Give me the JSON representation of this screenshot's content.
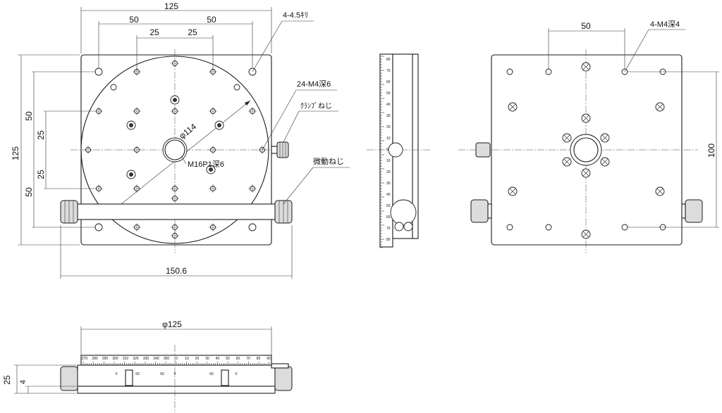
{
  "top_view": {
    "dim_width": "125",
    "dim_hole_pitch": "50",
    "dim_half_a": "25",
    "dim_half_b": "25",
    "dim_hole_pitch_b": "50",
    "corner_holes_label": "4-4.5ｷﾘ",
    "tapped_holes_label": "24-M4深6",
    "clamp_label": "ｸﾗﾝﾌﾟねじ",
    "diameter_label": "φ114",
    "center_thread_label": "M16P1深6",
    "fine_adjust_label": "微動ねじ",
    "dim_overall_width": "150.6",
    "dim_height": "125",
    "dim_v_50a": "50",
    "dim_v_25a": "25",
    "dim_v_25b": "25",
    "dim_v_50b": "50"
  },
  "right_view": {
    "dim_pitch": "50",
    "holes_label": "4-M4深4",
    "dim_height": "100"
  },
  "front_view": {
    "diameter_label": "φ125",
    "dim_height": "25",
    "dim_small": "4",
    "scale_labels": [
      "270",
      "280",
      "290",
      "300",
      "310",
      "320",
      "330",
      "340",
      "350",
      "0",
      "10",
      "20",
      "30",
      "40",
      "50",
      "60",
      "70",
      "80",
      "90"
    ],
    "vernier_labels": [
      "60",
      "0",
      "60",
      "0",
      "60",
      "0"
    ]
  },
  "side_view": {
    "scale_labels": [
      "80",
      "70",
      "60",
      "50",
      "40",
      "30",
      "20",
      "10",
      "0",
      "10",
      "20",
      "30",
      "40",
      "50",
      "60",
      "70",
      "80"
    ]
  }
}
